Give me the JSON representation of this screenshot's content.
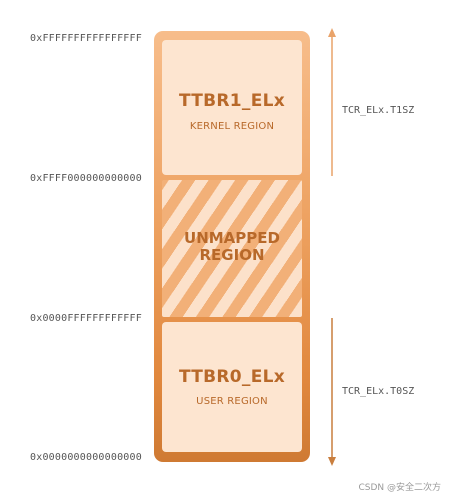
{
  "addresses": {
    "top": "0xFFFFFFFFFFFFFFFF",
    "kernel_base": "0xFFFF000000000000",
    "user_top": "0x0000FFFFFFFFFFFF",
    "bottom": "0x0000000000000000"
  },
  "regions": {
    "kernel": {
      "title": "TTBR1_ELx",
      "subtitle": "KERNEL REGION"
    },
    "unmapped": {
      "line1": "UNMAPPED",
      "line2": "REGION"
    },
    "user": {
      "title": "TTBR0_ELx",
      "subtitle": "USER REGION"
    }
  },
  "size_labels": {
    "upper": "TCR_ELx.T1SZ",
    "lower": "TCR_ELx.T0SZ"
  },
  "watermark": "CSDN @安全二次方",
  "colors": {
    "accent": "#e1883e",
    "panel_fill": "#fde5d0",
    "text_accent": "#b8692a",
    "arrow": "#e9a36a"
  }
}
